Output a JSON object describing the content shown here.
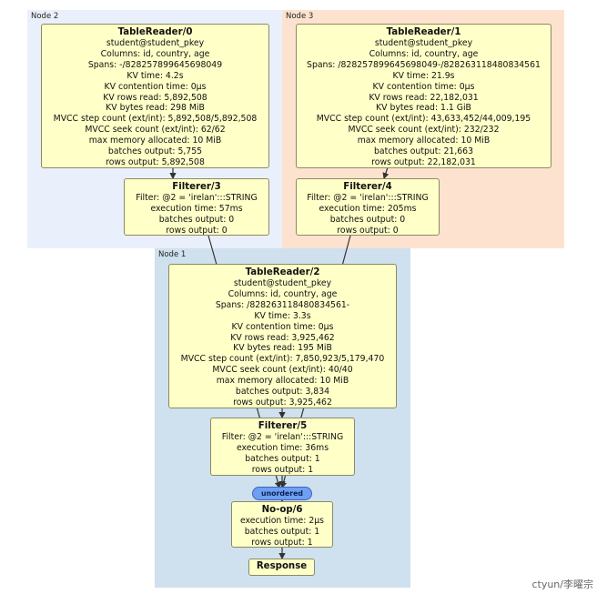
{
  "nodes": [
    {
      "label": "Node 2",
      "color": "#eaf0fb"
    },
    {
      "label": "Node 3",
      "color": "#fde3cf"
    },
    {
      "label": "Node 1",
      "color": "#cfe0ee"
    }
  ],
  "processors": {
    "tablereader0": {
      "title": "TableReader/0",
      "lines": [
        "student@student_pkey",
        "Columns: id, country, age",
        "Spans: -/828257899645698049",
        "KV time: 4.2s",
        "KV contention time: 0µs",
        "KV rows read: 5,892,508",
        "KV bytes read: 298 MiB",
        "MVCC step count (ext/int): 5,892,508/5,892,508",
        "MVCC seek count (ext/int): 62/62",
        "max memory allocated: 10 MiB",
        "batches output: 5,755",
        "rows output: 5,892,508"
      ]
    },
    "tablereader1": {
      "title": "TableReader/1",
      "lines": [
        "student@student_pkey",
        "Columns: id, country, age",
        "Spans: /828257899645698049-/828263118480834561",
        "KV time: 21.9s",
        "KV contention time: 0µs",
        "KV rows read: 22,182,031",
        "KV bytes read: 1.1 GiB",
        "MVCC step count (ext/int): 43,633,452/44,009,195",
        "MVCC seek count (ext/int): 232/232",
        "max memory allocated: 10 MiB",
        "batches output: 21,663",
        "rows output: 22,182,031"
      ]
    },
    "filterer3": {
      "title": "Filterer/3",
      "lines": [
        "Filter: @2 = 'irelan':::STRING",
        "execution time: 57ms",
        "batches output: 0",
        "rows output: 0"
      ]
    },
    "filterer4": {
      "title": "Filterer/4",
      "lines": [
        "Filter: @2 = 'irelan':::STRING",
        "execution time: 205ms",
        "batches output: 0",
        "rows output: 0"
      ]
    },
    "tablereader2": {
      "title": "TableReader/2",
      "lines": [
        "student@student_pkey",
        "Columns: id, country, age",
        "Spans: /828263118480834561-",
        "KV time: 3.3s",
        "KV contention time: 0µs",
        "KV rows read: 3,925,462",
        "KV bytes read: 195 MiB",
        "MVCC step count (ext/int): 7,850,923/5,179,470",
        "MVCC seek count (ext/int): 40/40",
        "max memory allocated: 10 MiB",
        "batches output: 3,834",
        "rows output: 3,925,462"
      ]
    },
    "filterer5": {
      "title": "Filterer/5",
      "lines": [
        "Filter: @2 = 'irelan':::STRING",
        "execution time: 36ms",
        "batches output: 1",
        "rows output: 1"
      ]
    },
    "noop6": {
      "title": "No-op/6",
      "lines": [
        "execution time: 2µs",
        "batches output: 1",
        "rows output: 1"
      ]
    },
    "response": {
      "title": "Response",
      "lines": []
    }
  },
  "router_label": "unordered",
  "watermark": "ctyun/李曜宗"
}
